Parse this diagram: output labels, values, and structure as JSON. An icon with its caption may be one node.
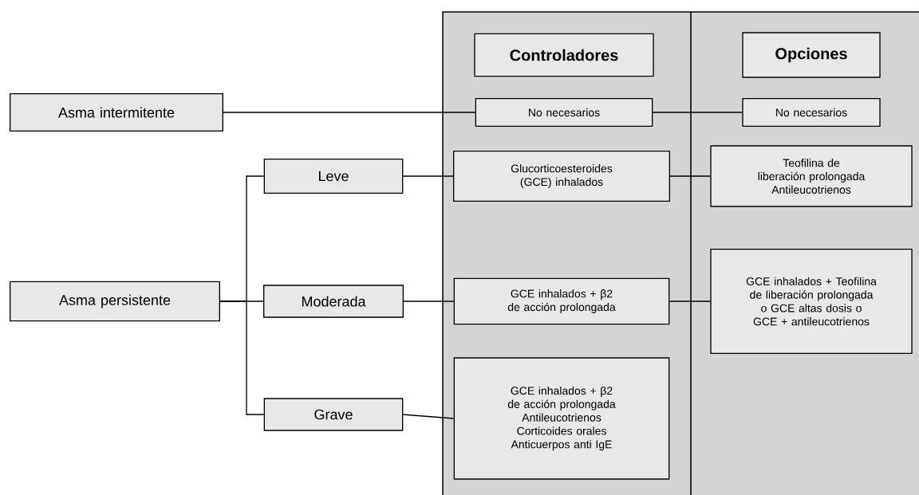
{
  "diagram": {
    "nodes": [
      {
        "text": [
          "Asma intermitente"
        ]
      },
      {
        "text": [
          "Asma persistente"
        ]
      },
      {
        "text": [
          "Leve"
        ]
      },
      {
        "text": [
          "Moderada"
        ]
      },
      {
        "text": [
          "Grave"
        ]
      },
      {
        "text": [
          "Controladores"
        ]
      },
      {
        "text": [
          "Opciones"
        ]
      },
      {
        "text": [
          "No necesarios"
        ]
      },
      {
        "text": [
          "No necesarios"
        ]
      },
      {
        "text": [
          "Glucorticoesteroides (GCE) inhalados"
        ]
      },
      {
        "text": [
          "Teofilina de liberación prolongada Antileucotrienos"
        ]
      },
      {
        "text": [
          "GCE inhalados + β2 de acción prolongada"
        ]
      },
      {
        "text": [
          "GCE inhalados + Teofilina de liberación prolongada o GCE altas dosis o GCE + antileucotrienos"
        ]
      },
      {
        "text": [
          "GCE inhalados + β2 de acción prolongada Antileucotrienos Corticoides orales Anticuerpos anti IgE"
        ]
      }
    ],
    "edges": [
      {
        "from": 0,
        "to": 7,
        "arrow": "none"
      },
      {
        "from": 7,
        "to": 8,
        "arrow": "none"
      },
      {
        "from": 1,
        "to": 2,
        "arrow": "none"
      },
      {
        "from": 1,
        "to": 3,
        "arrow": "none"
      },
      {
        "from": 1,
        "to": 4,
        "arrow": "none"
      },
      {
        "from": 2,
        "to": 9,
        "arrow": "none"
      },
      {
        "from": 9,
        "to": 10,
        "arrow": "none"
      },
      {
        "from": 3,
        "to": 11,
        "arrow": "none"
      },
      {
        "from": 11,
        "to": 12,
        "arrow": "none"
      },
      {
        "from": 4,
        "to": 13,
        "arrow": "none"
      }
    ]
  }
}
